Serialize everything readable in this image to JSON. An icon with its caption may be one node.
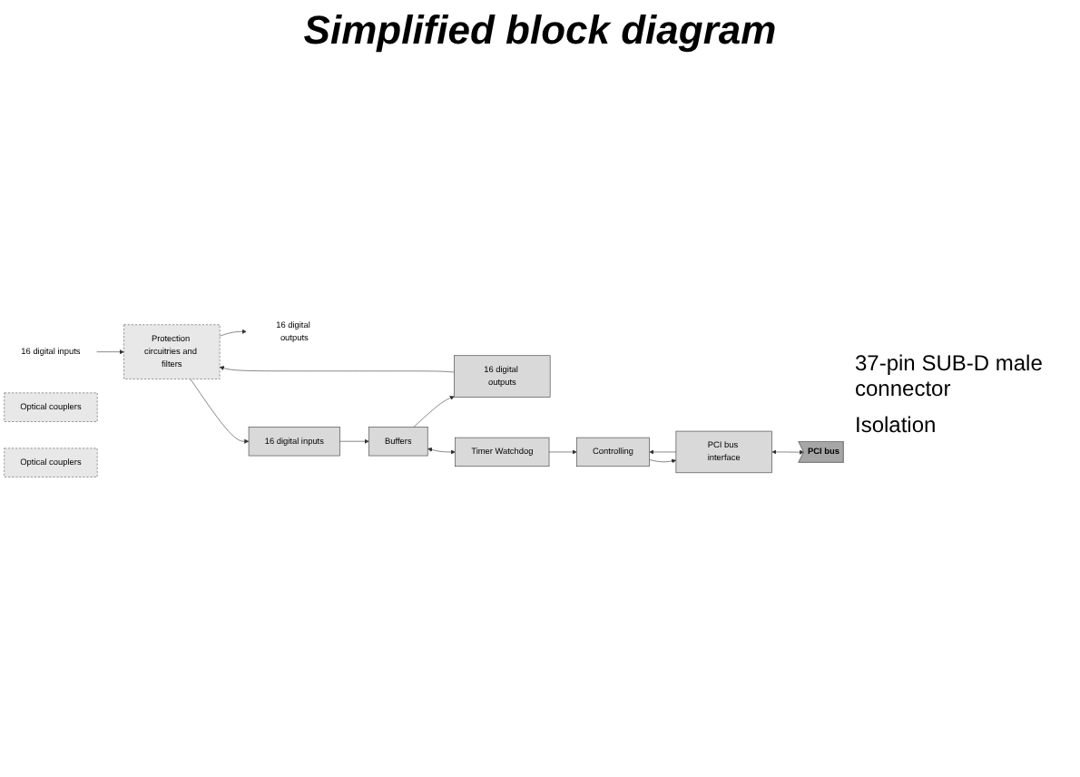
{
  "diagram": {
    "title": "Simplified block diagram",
    "nodes": [
      {
        "text": [
          "16 digital inputs"
        ]
      },
      {
        "text": [
          "16 digital outputs"
        ]
      },
      {
        "text": [
          "Protection circuitries and filters"
        ]
      },
      {
        "text": [
          "16 digital inputs"
        ]
      },
      {
        "text": [
          "16 digital outputs"
        ]
      },
      {
        "text": [
          "Optical couplers"
        ]
      },
      {
        "text": [
          "Optical couplers"
        ]
      },
      {
        "text": [
          "Buffers"
        ]
      },
      {
        "text": [
          "Timer Watchdog"
        ]
      },
      {
        "text": [
          "Controlling"
        ]
      },
      {
        "text": [
          "PCI bus interface"
        ]
      },
      {
        "text": [
          "PCI bus"
        ]
      }
    ],
    "edges": [
      {
        "from": 0,
        "to": 2,
        "arrow": "to"
      },
      {
        "from": 2,
        "to": 1,
        "arrow": "to"
      },
      {
        "from": 2,
        "to": 3,
        "arrow": "to"
      },
      {
        "from": 4,
        "to": 2,
        "arrow": "to"
      },
      {
        "from": 3,
        "to": 7,
        "arrow": "to"
      },
      {
        "from": 7,
        "to": 4,
        "arrow": "to"
      },
      {
        "from": 7,
        "to": 8,
        "arrow": "both"
      },
      {
        "from": 8,
        "to": 9,
        "arrow": "to"
      },
      {
        "from": 9,
        "to": 10,
        "arrow": "to"
      },
      {
        "from": 10,
        "to": 9,
        "arrow": "to"
      },
      {
        "from": 10,
        "to": 11,
        "arrow": "both"
      }
    ],
    "labels": [
      "37-pin SUB-D male connector",
      "Isolation"
    ]
  }
}
